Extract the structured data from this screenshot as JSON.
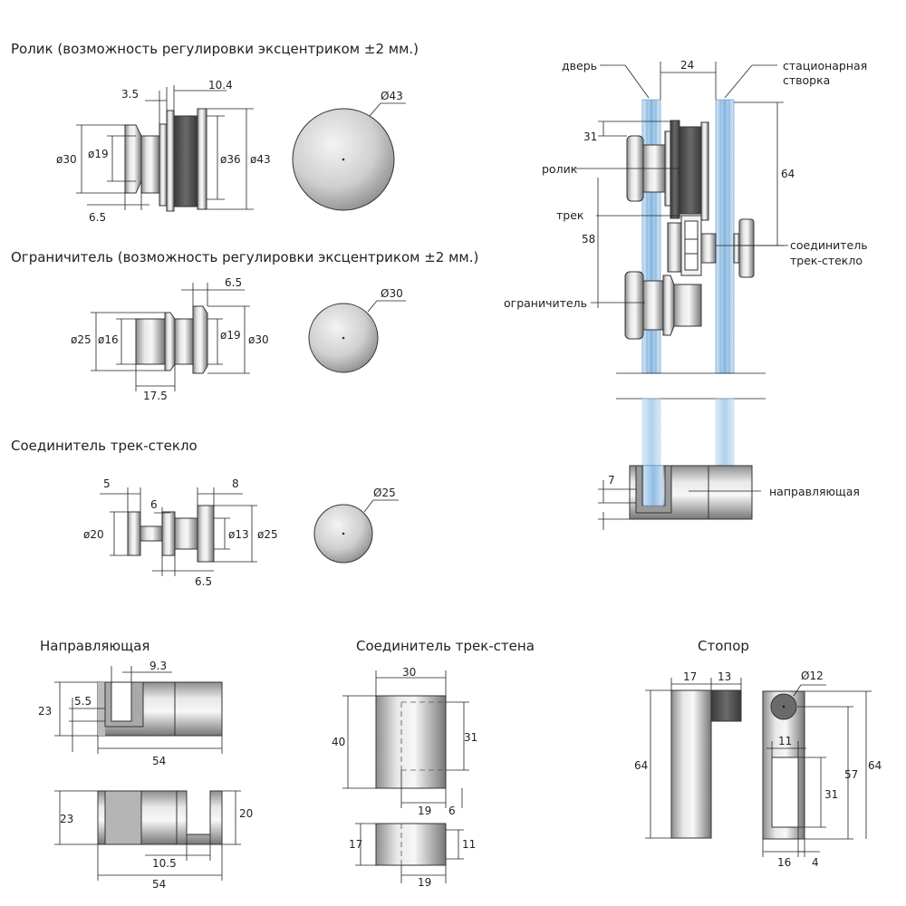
{
  "sections": {
    "roller": "Ролик (возможность регулировки эксцентриком ±2 мм.)",
    "limiter": "Ограничитель (возможность регулировки эксцентриком ±2 мм.)",
    "connector_glass": "Соединитель трек-стекло",
    "guide": "Направляющая",
    "connector_wall": "Соединитель трек-стена",
    "stopper": "Стопор"
  },
  "roller_dims": {
    "d1": "3.5",
    "d2": "10.4",
    "d3": "ø30",
    "d4": "ø19",
    "d5": "ø36",
    "d6": "ø43",
    "d7": "6.5",
    "circle": "Ø43"
  },
  "limiter_dims": {
    "d1": "6.5",
    "d2": "ø25",
    "d3": "ø16",
    "d4": "ø19",
    "d5": "ø30",
    "d6": "17.5",
    "circle": "Ø30"
  },
  "connector_glass_dims": {
    "d1": "5",
    "d2": "6",
    "d3": "8",
    "d4": "ø20",
    "d5": "ø13",
    "d6": "ø25",
    "d7": "6.5",
    "circle": "Ø25"
  },
  "assembly": {
    "door": "дверь",
    "gap": "24",
    "stationary_1": "стационарная",
    "stationary_2": "створка",
    "roller": "ролик",
    "track": "трек",
    "limiter": "ограничитель",
    "connector_1": "соединитель",
    "connector_2": "трек-стекло",
    "guide": "направляющая",
    "h31": "31",
    "h64": "64",
    "h58": "58",
    "h7": "7"
  },
  "guide_dims": {
    "top_w": "9.3",
    "top_h": "23",
    "top_slot": "5.5",
    "top_len": "54",
    "bot_h": "23",
    "bot_h2": "20",
    "bot_slot": "10.5",
    "bot_len": "54"
  },
  "connector_wall_dims": {
    "w30": "30",
    "h40": "40",
    "h31": "31",
    "w19": "19",
    "w6": "6",
    "h17": "17",
    "h11": "11",
    "w19b": "19"
  },
  "stopper_dims": {
    "w17": "17",
    "w13": "13",
    "h64": "64",
    "d12": "Ø12",
    "w11": "11",
    "h57": "57",
    "h64b": "64",
    "h31": "31",
    "w16": "16",
    "w4": "4"
  }
}
